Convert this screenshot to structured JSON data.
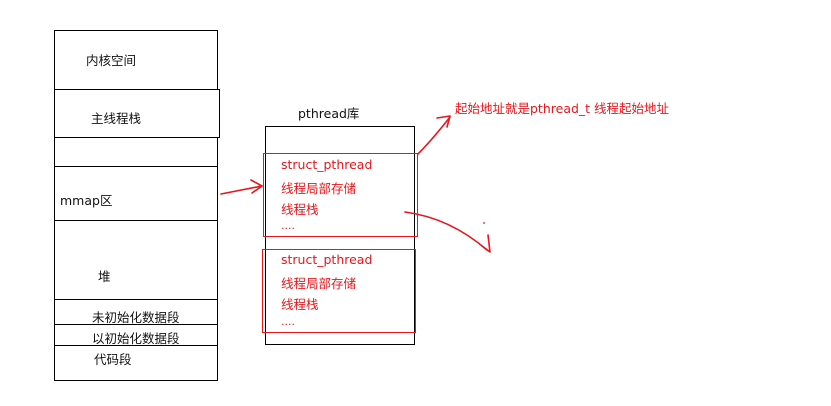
{
  "memory_layout": {
    "kernel_space": "内核空间",
    "main_thread_stack": "主线程栈",
    "mmap_region": "mmap区",
    "heap": "堆",
    "bss_segment": "未初始化数据段",
    "data_segment": "以初始化数据段",
    "code_segment": "代码段"
  },
  "pthread_lib": {
    "title": "pthread库",
    "blocks": [
      {
        "struct": "struct_pthread",
        "tls": "线程局部存储",
        "stack": "线程栈",
        "more": "...."
      },
      {
        "struct": "struct_pthread",
        "tls": "线程局部存储",
        "stack": "线程栈",
        "more": "...."
      }
    ]
  },
  "annotation": "起始地址就是pthread_t 线程起始地址",
  "colors": {
    "annotation": "#e8151b",
    "outline": "#000000"
  }
}
